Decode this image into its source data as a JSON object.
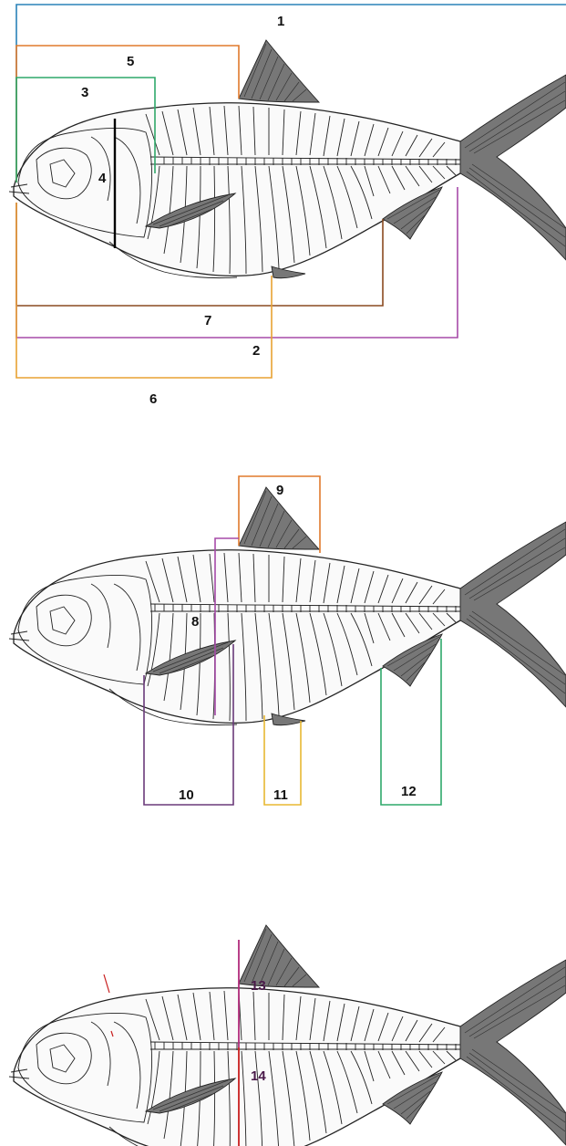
{
  "panels": [
    {
      "id": "panel-1",
      "measurements": [
        {
          "label": "1",
          "color": "#2a82b8"
        },
        {
          "label": "2",
          "color": "#a64aa8"
        },
        {
          "label": "3",
          "color": "#2fa86a"
        },
        {
          "label": "4",
          "color": "#000000"
        },
        {
          "label": "5",
          "color": "#e07a2c"
        },
        {
          "label": "6",
          "color": "#e8a232"
        },
        {
          "label": "7",
          "color": "#8a4a20"
        }
      ]
    },
    {
      "id": "panel-2",
      "measurements": [
        {
          "label": "8",
          "color": "#a64aa8"
        },
        {
          "label": "9",
          "color": "#e07a2c"
        },
        {
          "label": "10",
          "color": "#6a3a7a"
        },
        {
          "label": "11",
          "color": "#e8b832"
        },
        {
          "label": "12",
          "color": "#2fa86a"
        }
      ]
    },
    {
      "id": "panel-3",
      "measurements": [
        {
          "label": "13",
          "color": "#b02a7a"
        },
        {
          "label": "14",
          "color": "#c81e1e"
        }
      ]
    }
  ]
}
